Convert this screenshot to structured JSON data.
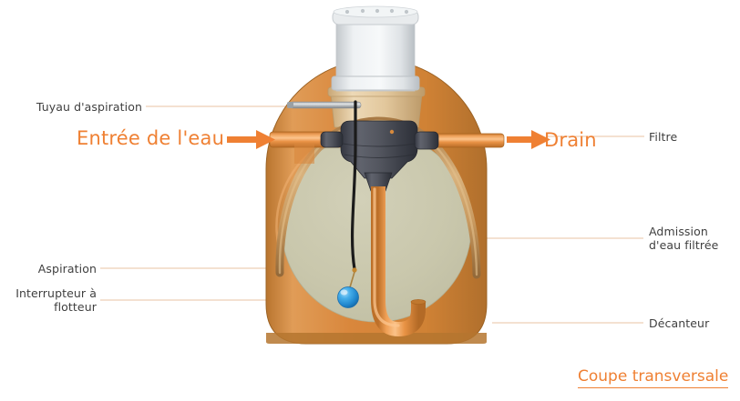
{
  "figure": {
    "title_caption": "Coupe transversale",
    "background_color": "#ffffff",
    "accent_color": "#ef8033",
    "label_color": "#3f3f3f",
    "leader_line_color": "#e8c3a3",
    "tank_wall_color": "#d98b3f",
    "tank_water_color": "#c9c7ac",
    "pipe_color": "#e8943f",
    "filter_body_color": "#4e5059",
    "float_ball_color": "#2f9fe0",
    "riser_color": "#e2e5e6",
    "collar_color": "#e3cba4"
  },
  "labels": {
    "left": [
      {
        "id": "tuyau-aspiration",
        "text": "Tuyau d'aspiration"
      },
      {
        "id": "aspiration",
        "text": "Aspiration"
      },
      {
        "id": "interrupteur-flotteur",
        "line1": "Interrupteur à",
        "line2": "flotteur"
      }
    ],
    "right": [
      {
        "id": "filtre",
        "text": "Filtre"
      },
      {
        "id": "admission-eau-filtree",
        "line1": "Admission",
        "line2": "d'eau filtrée"
      },
      {
        "id": "decanteur",
        "text": "Décanteur"
      }
    ]
  },
  "flow": {
    "inlet_label": "Entrée de l'eau",
    "outlet_label": "Drain"
  }
}
